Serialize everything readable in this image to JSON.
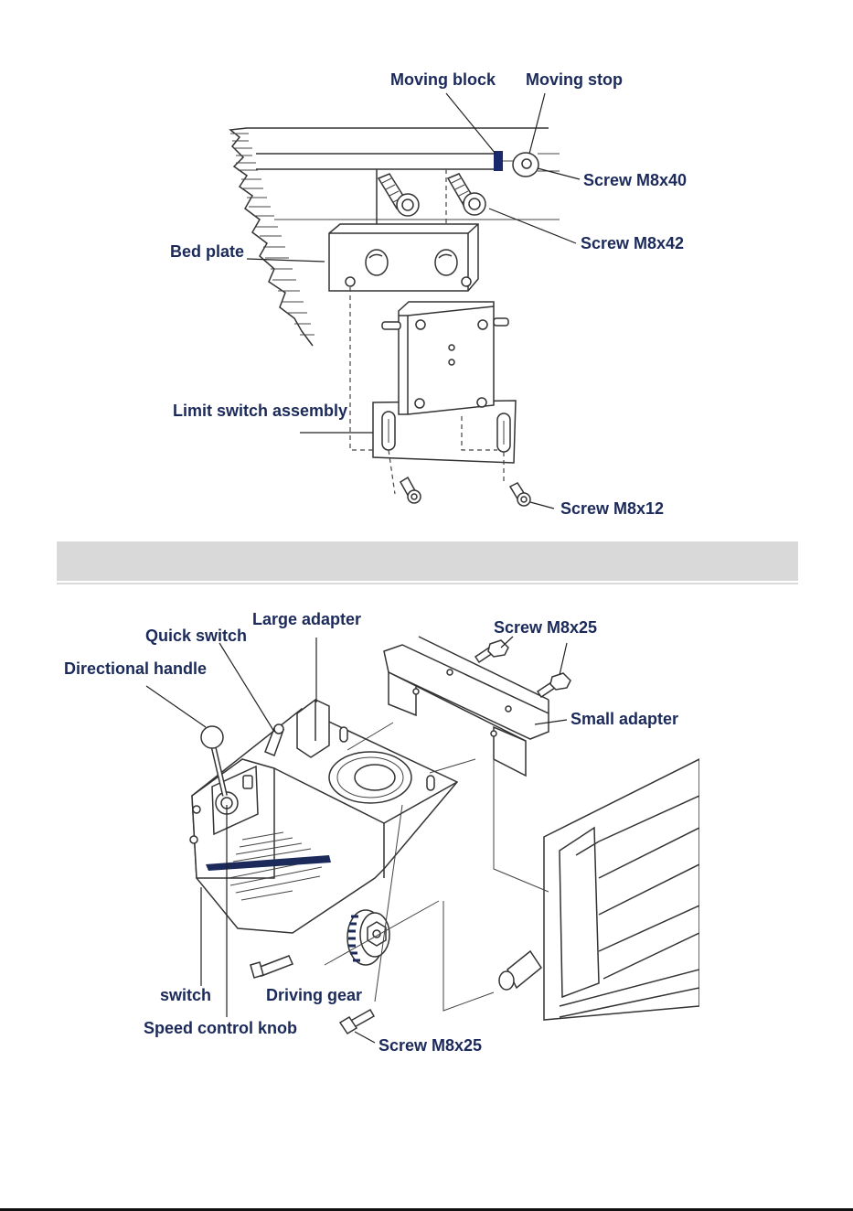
{
  "top_diagram": {
    "labels": {
      "moving_block": "Moving block",
      "moving_stop": "Moving stop",
      "screw_m8x40": "Screw M8x40",
      "screw_m8x42": "Screw M8x42",
      "bed_plate": "Bed plate",
      "limit_switch_assembly": "Limit switch assembly",
      "screw_m8x12": "Screw M8x12"
    }
  },
  "bottom_diagram": {
    "labels": {
      "large_adapter": "Large adapter",
      "quick_switch": "Quick switch",
      "directional_handle": "Directional handle",
      "screw_m8x25_top": "Screw M8x25",
      "small_adapter": "Small adapter",
      "switch": "switch",
      "driving_gear": "Driving gear",
      "speed_control_knob": "Speed control knob",
      "screw_m8x25_bottom": "Screw M8x25"
    }
  },
  "colors": {
    "label_text": "#1b2a5a",
    "moving_block_fill": "#1b2a6b",
    "section_bar": "#d9d9d9"
  }
}
